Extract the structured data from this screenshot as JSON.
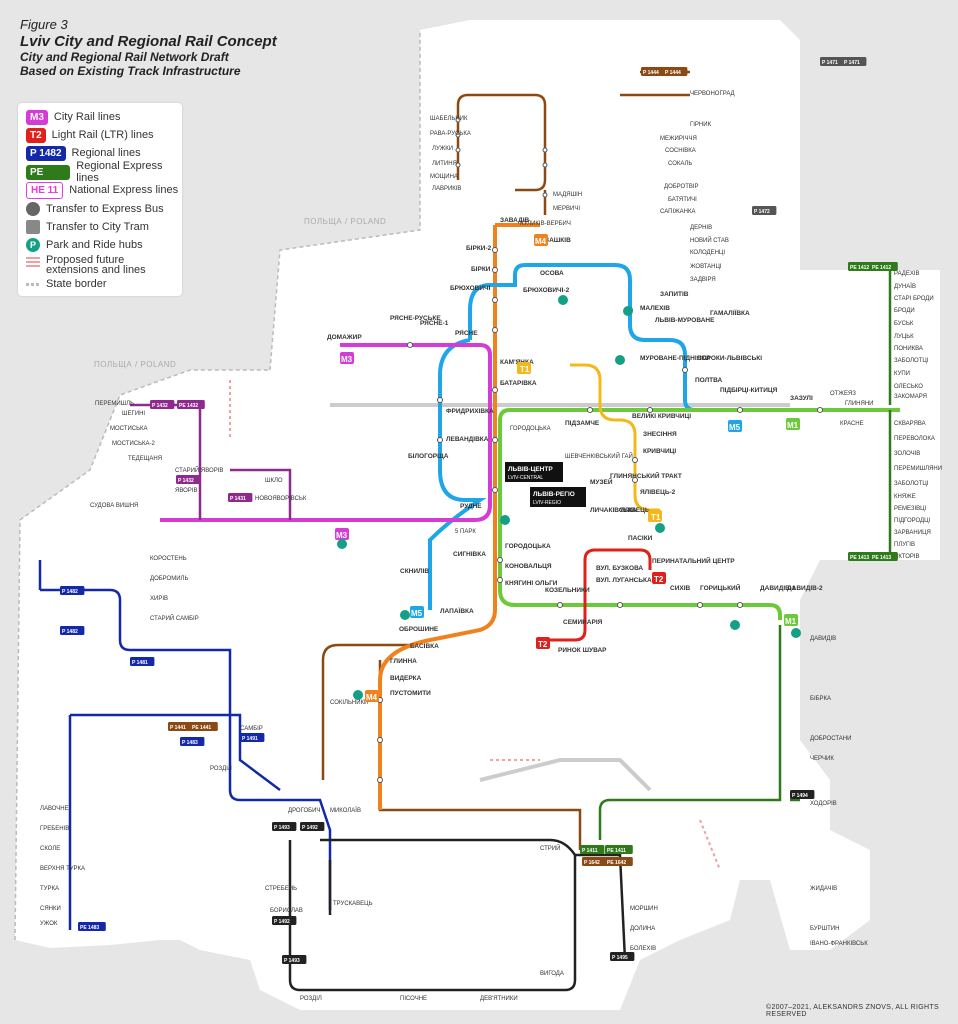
{
  "header": {
    "figure": "Figure 3",
    "title": "Lviv City and Regional Rail Concept",
    "subtitle_1": "City and Regional Rail Network Draft",
    "subtitle_2": "Based on Existing Track Infrastructure"
  },
  "legend": [
    {
      "badge": "M3",
      "color": "#d63bd6",
      "label": "City Rail lines"
    },
    {
      "badge": "T2",
      "color": "#e0201b",
      "label": "Light Rail (LTR) lines"
    },
    {
      "badge": "P 1482",
      "color": "#1429a8",
      "label": "Regional lines"
    },
    {
      "badge": "PE 1412",
      "color": "#2f7a1a",
      "label": "Regional Express lines"
    },
    {
      "badge": "HE 11",
      "color": "#e839e8",
      "label": "National Express lines"
    },
    {
      "badge": "",
      "color": "#666666",
      "label": "Transfer to Express Bus"
    },
    {
      "badge": "",
      "color": "#888888",
      "label": "Transfer to City Tram"
    },
    {
      "badge": "P",
      "color": "#14a085",
      "label": "Park and Ride hubs"
    },
    {
      "badge": "",
      "color": "#f0a0a0",
      "label": "Proposed future extensions and lines"
    },
    {
      "badge": "",
      "color": "#bbbbbb",
      "label": "State border"
    }
  ],
  "borders": [
    "ПОЛЬЩА / POLAND",
    "ПОЛЬЩА / POLAND"
  ],
  "lines": {
    "m1": "#6cc93a",
    "m3": "#d63bd6",
    "m4": "#f0821e",
    "m5": "#1ea6e8",
    "t1": "#f4b81a",
    "t2": "#e0201b",
    "regional": "#1429a8",
    "brown": "#8b4a14",
    "black": "#222222",
    "green_dark": "#2f7a1a",
    "gray": "#cccccc"
  },
  "line_badges": [
    {
      "text": "M1",
      "color": "#6cc93a"
    },
    {
      "text": "M1",
      "color": "#6cc93a"
    },
    {
      "text": "M3",
      "color": "#d63bd6"
    },
    {
      "text": "M3",
      "color": "#d63bd6"
    },
    {
      "text": "M4",
      "color": "#f0821e"
    },
    {
      "text": "M4",
      "color": "#f0821e"
    },
    {
      "text": "M5",
      "color": "#1ea6e8"
    },
    {
      "text": "M5",
      "color": "#1ea6e8"
    },
    {
      "text": "T1",
      "color": "#f4b81a"
    },
    {
      "text": "T1",
      "color": "#f4b81a"
    },
    {
      "text": "T2",
      "color": "#e0201b"
    },
    {
      "text": "T2",
      "color": "#e0201b"
    }
  ],
  "central_stations": [
    {
      "name": "ЛЬВІВ-ЦЕНТР",
      "sub": "LVIV-CENTRAL"
    },
    {
      "name": "ЛЬВІВ-РЕГІО",
      "sub": "LVIV-REGIO"
    }
  ],
  "route_badges": [
    {
      "text": "P 1444",
      "color": "#8b4a14"
    },
    {
      "text": "P 1444",
      "color": "#8b4a14"
    },
    {
      "text": "P 1471",
      "color": "#555555"
    },
    {
      "text": "P 1471",
      "color": "#555555"
    },
    {
      "text": "P 1472",
      "color": "#555555"
    },
    {
      "text": "PE 1412",
      "color": "#2f7a1a"
    },
    {
      "text": "PE 1412",
      "color": "#2f7a1a"
    },
    {
      "text": "PE 1413",
      "color": "#2f7a1a"
    },
    {
      "text": "PE 1413",
      "color": "#2f7a1a"
    },
    {
      "text": "P 1432",
      "color": "#8e2a8e"
    },
    {
      "text": "PE 1432",
      "color": "#8e2a8e"
    },
    {
      "text": "P 1432",
      "color": "#8e2a8e"
    },
    {
      "text": "P 1431",
      "color": "#8e2a8e"
    },
    {
      "text": "P 1482",
      "color": "#1429a8"
    },
    {
      "text": "P 1482",
      "color": "#1429a8"
    },
    {
      "text": "P 1481",
      "color": "#1429a8"
    },
    {
      "text": "P 1483",
      "color": "#1429a8"
    },
    {
      "text": "PE 1483",
      "color": "#1429a8"
    },
    {
      "text": "P 1491",
      "color": "#1429a8"
    },
    {
      "text": "P 1493",
      "color": "#222222"
    },
    {
      "text": "P 1492",
      "color": "#222222"
    },
    {
      "text": "P 1492",
      "color": "#222222"
    },
    {
      "text": "P 1493",
      "color": "#222222"
    },
    {
      "text": "P 1494",
      "color": "#222222"
    },
    {
      "text": "P 1495",
      "color": "#222222"
    },
    {
      "text": "P 1441",
      "color": "#8b4a14"
    },
    {
      "text": "PE 1441",
      "color": "#8b4a14"
    },
    {
      "text": "P 1642",
      "color": "#8b4a14"
    },
    {
      "text": "PE 1642",
      "color": "#8b4a14"
    },
    {
      "text": "P 1411",
      "color": "#2f7a1a"
    },
    {
      "text": "PE 1411",
      "color": "#2f7a1a"
    }
  ],
  "stations": [
    "ШАБЕЛЬНИК",
    "РАВА-РУСЬКА",
    "ЛУЖКИ",
    "ЛИТИНЯ",
    "МОЩИНА",
    "ЛАВРИКІВ",
    "МАДЯШІН",
    "МЕРВИЧІ",
    "КУЛИКІВ-ВЕРБИЧ",
    "ЗАВАДІВ",
    "ЗАШКІВ",
    "БІРКИ-2",
    "БІРКИ",
    "БРЮХОВИЧІ",
    "БРЮХОВИЧІ-2",
    "ОСОВА",
    "МАЛЕХІВ",
    "ЗАПИТІВ",
    "ЛЬВІВ-МУРОВАНЕ",
    "ГАМАЛІЇВКА",
    "СОРОКИ-ЛЬВІВСЬКІ",
    "МУРОВАНЕ-ПІДНІЯКИ",
    "ПОЛТВА",
    "ПІДБІРЦІ-КИТИЦЯ",
    "ЧЕРВОНОГРАД",
    "ГІРНИК",
    "МЕЖИРІЧЧЯ",
    "СОСНІВКА",
    "СОКАЛЬ",
    "ДОБРОТВІР",
    "БАТЯТИЧІ",
    "САПІЖАНКА",
    "ДЕРНІВ",
    "НОВИЙ СТАВ",
    "КОЛОДЕНЦІ",
    "ЖОВТАНЦІ",
    "ЗАДВІРЯ",
    "РАДЕХІВ",
    "ДУНАЇВ",
    "СТАРІ БРОДИ",
    "БРОДИ",
    "СКВАРЯВА",
    "КРАСНЕ",
    "БУСЬК",
    "ЗОЛОЧІВ",
    "ПЕРЕМИШЛЯНИ",
    "ЛУЦЬК",
    "ПОНИКВА",
    "ЗАБОЛОТЦІ",
    "КУПИ",
    "ОЛЕСЬКО",
    "ЗАКОМАРЯ",
    "ЗАБОЛОТЦІ",
    "ПЕРЕВОЛОКА",
    "КНЯЖЕ",
    "РЕМЕЗІВЦІ",
    "ПІДГОРОДЦІ",
    "ЗАРВАНИЦЯ",
    "ПЛУГІВ",
    "ЯКТОРІВ",
    "ЗАЗУЛІ",
    "ГЛИНЯНИ",
    "ОТЖЕЯЗ",
    "РЯСНЕ",
    "РЯСНЕ-РУСЬКЕ",
    "РЯСНЕ-1",
    "ДОМАЖИР",
    "КАМ'ЯНКА",
    "БАТАРІВКА",
    "ФРИДРИХІВКА",
    "ЛЕВАНДІВКА",
    "БІЛОГОРЩА",
    "РУДНЕ",
    "5 ПАРК",
    "СИГНІВКА",
    "СКНИЛІВ",
    "ЛАПАЇВКА",
    "ОБРОШИНЕ",
    "БАСІВКА",
    "ГЛИННА",
    "ПУСТОМИТИ",
    "ВИДЕРКА",
    "СОКІЛЬНИКИ",
    "ГОРОДОЦЬКА",
    "КОНОВАЛЬЦЯ",
    "КНЯГИНІ ОЛЬГИ",
    "КОЗЕЛЬНИКИ",
    "СЕМИНАРІЯ",
    "РИНОК ШУВАР",
    "ВУЛ. БУЗКОВА",
    "ВУЛ. ЛУГАНСЬКА",
    "ПЕРИНАТАЛЬНИЙ ЦЕНТР",
    "ПАСІКИ",
    "СИХІВ",
    "ГОРИЦЬКИЙ",
    "ДАВИДІВ-1",
    "ДАВИДІВ-2",
    "ВЕЛИКІ КРИВЧИЦІ",
    "ЗНЕСІННЯ",
    "КРИВЧИЦІ",
    "ЛИЧАКІВСЬКА",
    "ЯЛІВЕЦЬ",
    "ЯЛІВЕЦЬ-2",
    "МУЗЕЙ",
    "ШЕВЧЕНКІВСЬКИЙ ГАЙ",
    "ГЛИНЯНСЬКИЙ ТРАКТ",
    "ПІДЗАМЧЕ",
    "ГОРОДОЦЬКА",
    "ДРОГОБИЧ",
    "САМБІР",
    "ТРУСКАВЕЦЬ",
    "СТРИЙ",
    "ХОДОРІВ",
    "БУРШТИН",
    "ІВАНО-ФРАНКІВСЬК",
    "ЖИДАЧІВ",
    "МИКОЛАЇВ",
    "РОЗДІЛ",
    "БІБРКА",
    "ДАВИДІВ",
    "ЧЕРЧИК",
    "ДОБРОСТАНИ",
    "СТАРИЙ ЯВОРІВ",
    "ЯВОРІВ",
    "ШКЛО",
    "НОВОЯВОРІВСЬК",
    "СУДОВА ВИШНЯ",
    "МОСТИСЬКА",
    "ШЕГИНІ",
    "МОСТИСЬКА-2",
    "ТЕДЕЩАНЯ",
    "ПЕРЕМИШЛЬ",
    "ХИРІВ",
    "СТАРИЙ САМБІР",
    "ДОБРОМИЛЬ",
    "КОРОСТЕНЬ",
    "СКОЛЕ",
    "ГРЕБЕНІВ",
    "ЛАВОЧНЕ",
    "ВЕРХНЯ ТУРКА",
    "ТУРКА",
    "СЯНКИ",
    "УЖОК",
    "БОРИСЛАВ",
    "СТРЕБЕНЬ",
    "БОЛЕХІВ",
    "ДОЛИНА",
    "МОРШИН",
    "РОЗДІЛ",
    "ПІСОЧНЕ",
    "ДЕВ'ЯТНИКИ",
    "ВИГОДА"
  ],
  "copyright": "©2007–2021, ALEKSANDRS ZNOVS, ALL RIGHTS RESERVED"
}
